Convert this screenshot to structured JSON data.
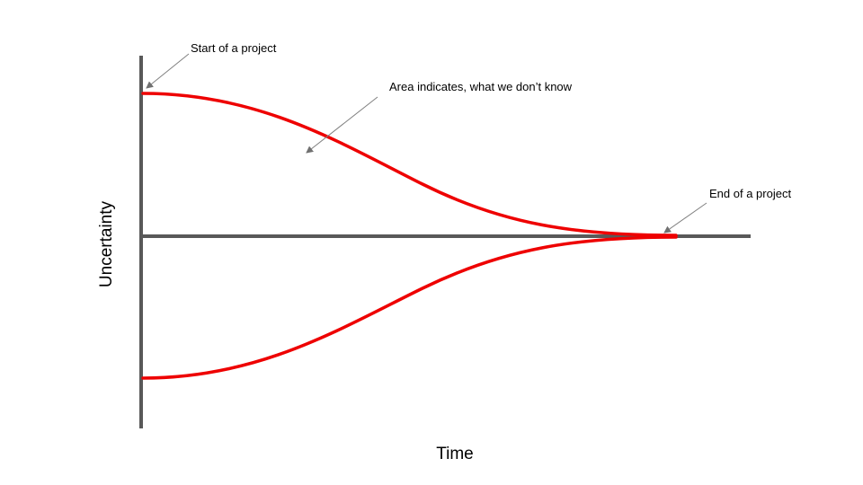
{
  "diagram": {
    "y_axis_label": "Uncertainty",
    "x_axis_label": "Time",
    "annotations": {
      "start": "Start of a project",
      "area": "Area indicates, what we don’t know",
      "end": "End of a project"
    },
    "colors": {
      "axis": "#595959",
      "curve": "#ee0000",
      "callout": "#808080"
    }
  }
}
